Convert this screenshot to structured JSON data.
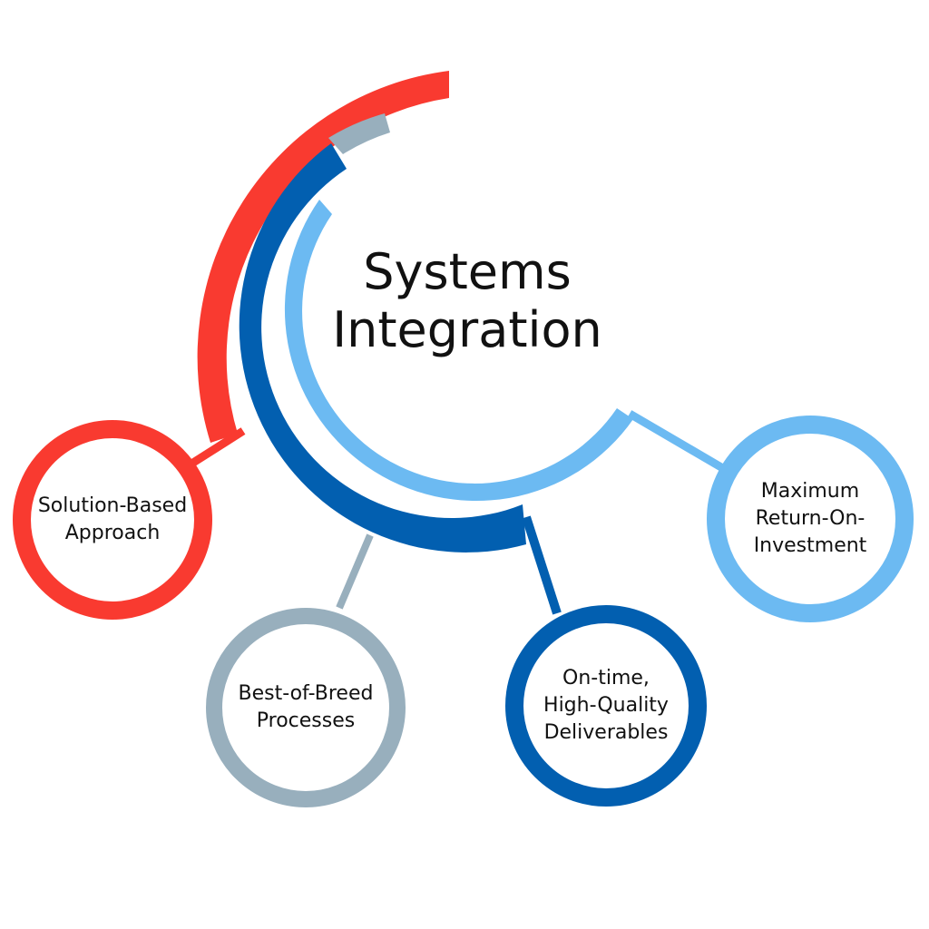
{
  "title": {
    "line1": "Systems",
    "line2": "Integration"
  },
  "colors": {
    "red": "#f93a30",
    "dark_blue": "#025fb0",
    "light_blue": "#6cbaf2",
    "gray": "#98afbd"
  },
  "nodes": [
    {
      "id": "solution",
      "lines": [
        "Solution-Based",
        "Approach"
      ],
      "color": "#f93a30"
    },
    {
      "id": "best",
      "lines": [
        "Best-of-Breed",
        "Processes"
      ],
      "color": "#98afbd"
    },
    {
      "id": "ontime",
      "lines": [
        "On-time,",
        "High-Quality",
        "Deliverables"
      ],
      "color": "#025fb0"
    },
    {
      "id": "roi",
      "lines": [
        "Maximum",
        "Return-On-",
        "Investment"
      ],
      "color": "#6cbaf2"
    }
  ]
}
